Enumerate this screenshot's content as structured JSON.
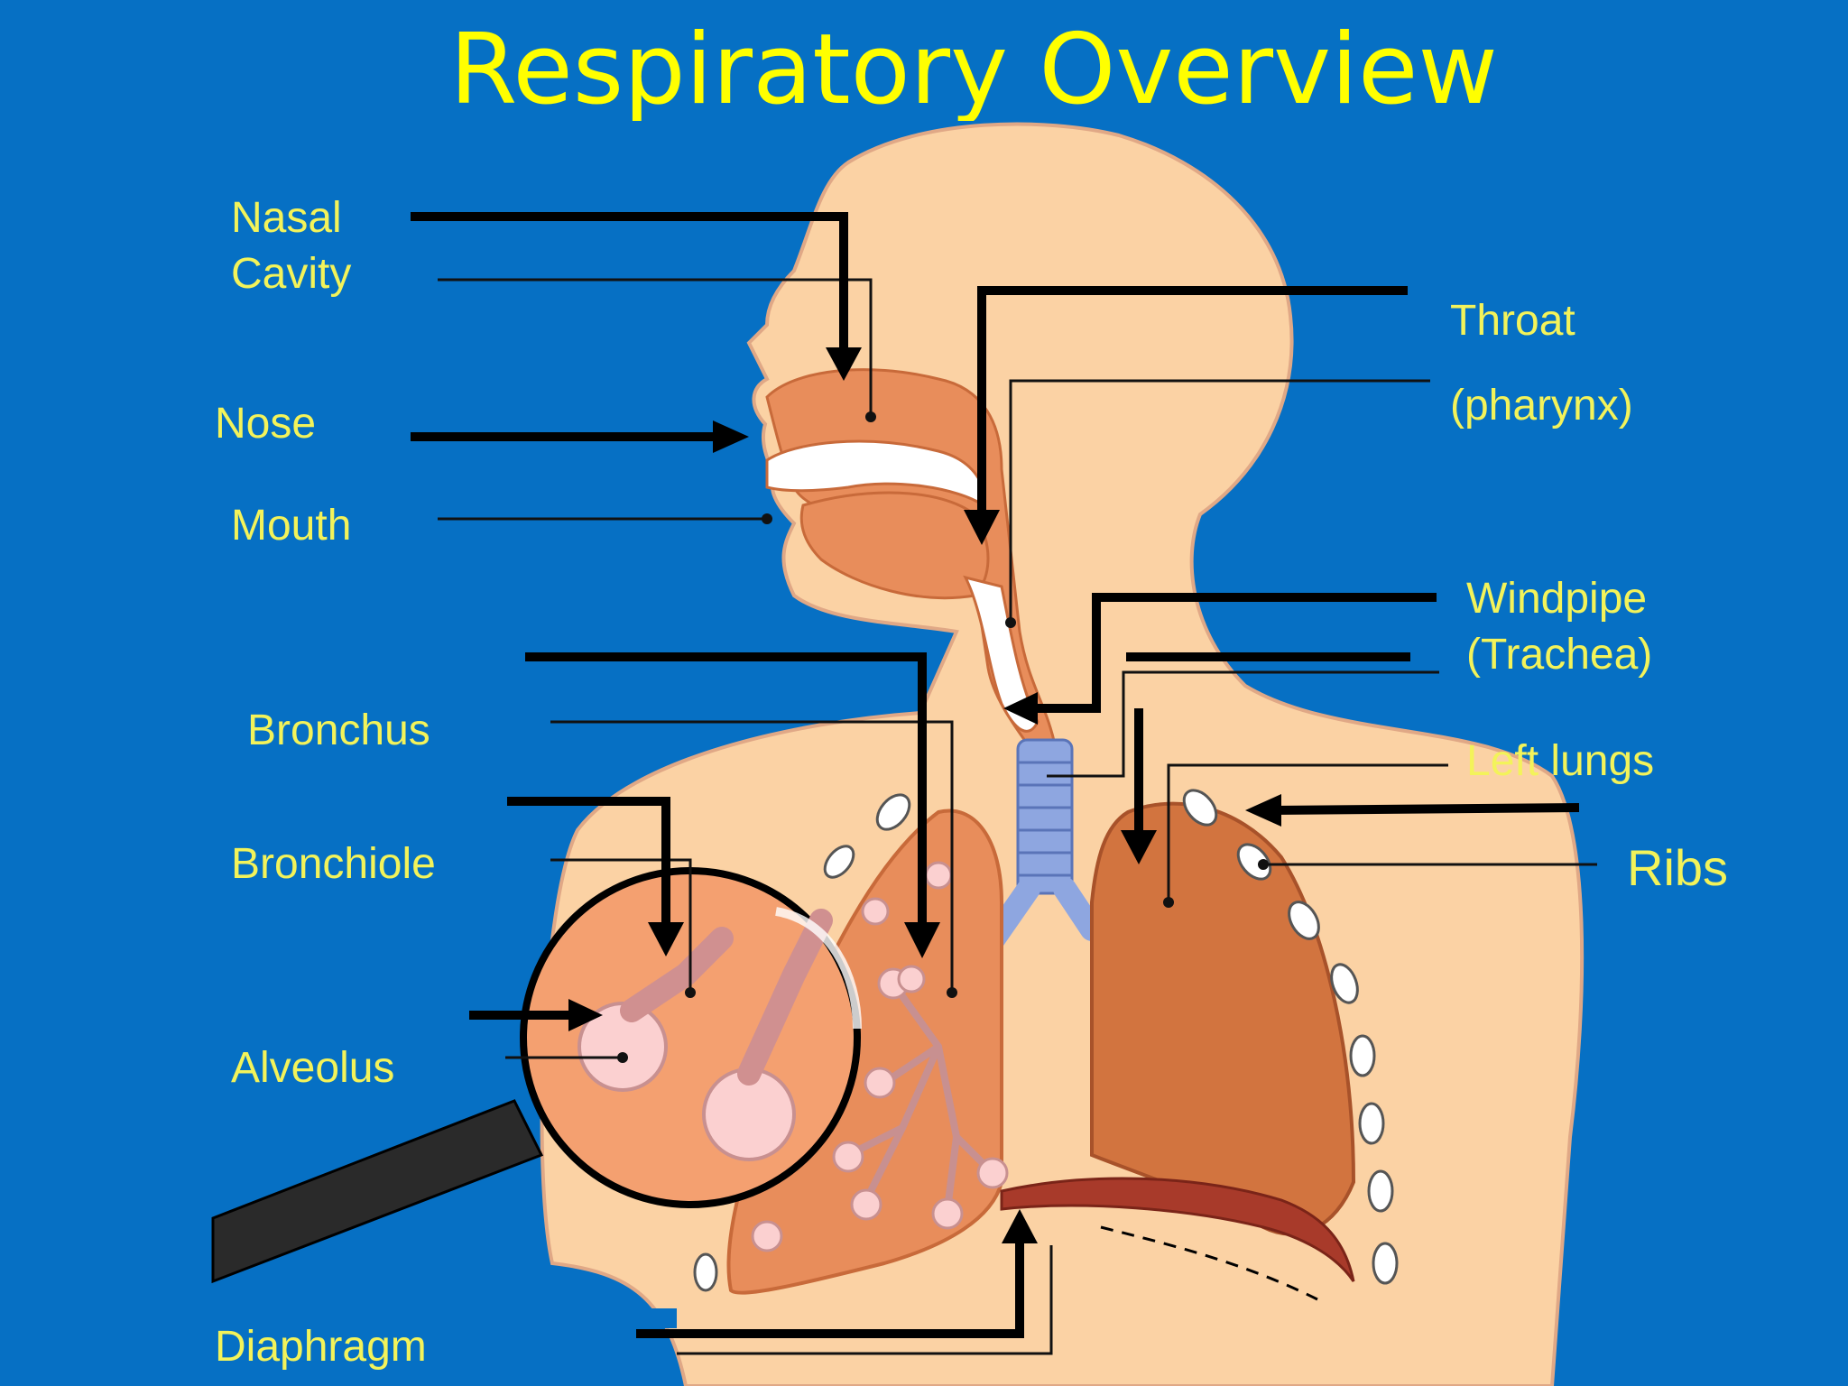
{
  "slide": {
    "title": "Respiratory Overview"
  },
  "labels": {
    "nasal_cavity_line1": "Nasal",
    "nasal_cavity_line2": "Cavity",
    "nose": "Nose",
    "mouth": "Mouth",
    "bronchus": "Bronchus",
    "bronchiole": "Bronchiole",
    "alveolus": "Alveolus",
    "diaphragm": "Diaphragm",
    "throat_line1": "Throat",
    "throat_line2": "(pharynx)",
    "windpipe_line1": "Windpipe",
    "windpipe_line2": "(Trachea)",
    "left_lungs": "Left lungs",
    "ribs": "Ribs"
  },
  "colors": {
    "background": "#0670c4",
    "title": "#ffff00",
    "label": "#f3f35a",
    "skin": "#fbd2a4",
    "tissue": "#e88d5b",
    "lung": "#d2743f",
    "trachea": "#8ea6e0",
    "diaphragm": "#a83a2a",
    "arrow": "#000000"
  }
}
